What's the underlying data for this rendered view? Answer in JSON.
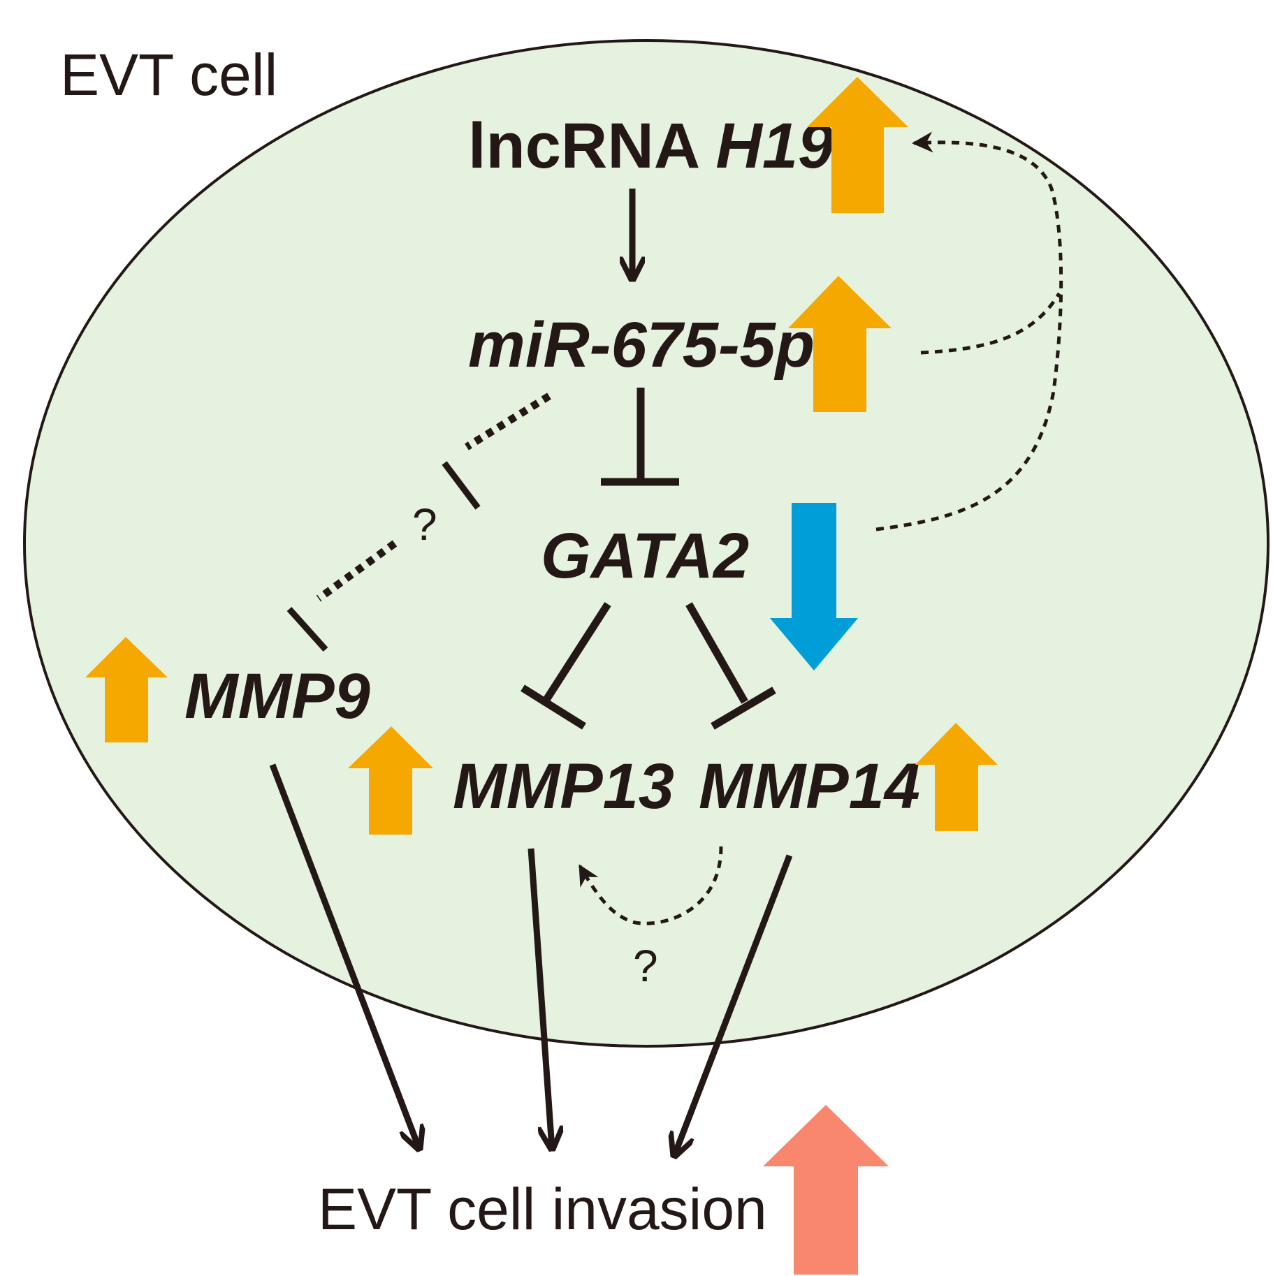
{
  "cell_label": "EVT cell",
  "nodes": {
    "h19_prefix": "lncRNA ",
    "h19_gene": "H19",
    "mir": "miR-675-5p",
    "gata2": "GATA2",
    "mmp9": "MMP9",
    "mmp13": "MMP13",
    "mmp14": "MMP14"
  },
  "outcome_label": "EVT cell invasion",
  "question_mark": "?",
  "colors": {
    "cell_fill": "#e6f2e0",
    "cell_stroke": "#231815",
    "up_arrow": "#f5a800",
    "down_arrow": "#009ed8",
    "invasion_arrow": "#f8876e",
    "line": "#231815"
  },
  "indicators": {
    "lncRNA_H19": "up",
    "miR-675-5p": "up",
    "GATA2": "down",
    "MMP9": "up",
    "MMP13": "up",
    "MMP14": "up",
    "EVT_cell_invasion": "up"
  }
}
